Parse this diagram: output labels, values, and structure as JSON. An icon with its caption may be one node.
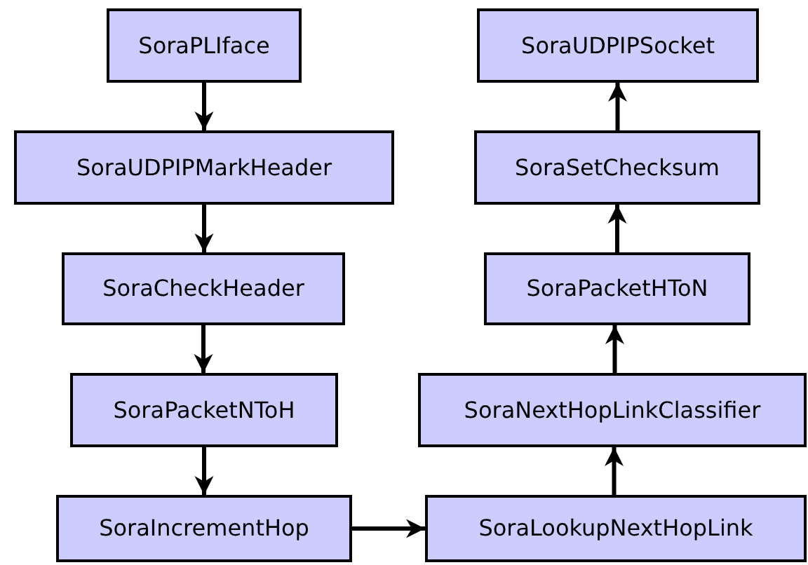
{
  "diagram": {
    "nodes": [
      {
        "text": [
          "SoraPLIface"
        ]
      },
      {
        "text": [
          "SoraUDPIPMarkHeader"
        ]
      },
      {
        "text": [
          "SoraCheckHeader"
        ]
      },
      {
        "text": [
          "SoraPacketNToH"
        ]
      },
      {
        "text": [
          "SoraIncrementHop"
        ]
      },
      {
        "text": [
          "SoraUDPIPSocket"
        ]
      },
      {
        "text": [
          "SoraSetChecksum"
        ]
      },
      {
        "text": [
          "SoraPacketHToN"
        ]
      },
      {
        "text": [
          "SoraNextHopLinkClassifier"
        ]
      },
      {
        "text": [
          "SoraLookupNextHopLink"
        ]
      }
    ],
    "edges": [
      {
        "from": 0,
        "to": 1,
        "arrow": "to"
      },
      {
        "from": 1,
        "to": 2,
        "arrow": "to"
      },
      {
        "from": 2,
        "to": 3,
        "arrow": "to"
      },
      {
        "from": 3,
        "to": 4,
        "arrow": "to"
      },
      {
        "from": 4,
        "to": 9,
        "arrow": "to"
      },
      {
        "from": 9,
        "to": 8,
        "arrow": "to"
      },
      {
        "from": 8,
        "to": 7,
        "arrow": "to"
      },
      {
        "from": 7,
        "to": 6,
        "arrow": "to"
      },
      {
        "from": 6,
        "to": 5,
        "arrow": "to"
      }
    ]
  }
}
